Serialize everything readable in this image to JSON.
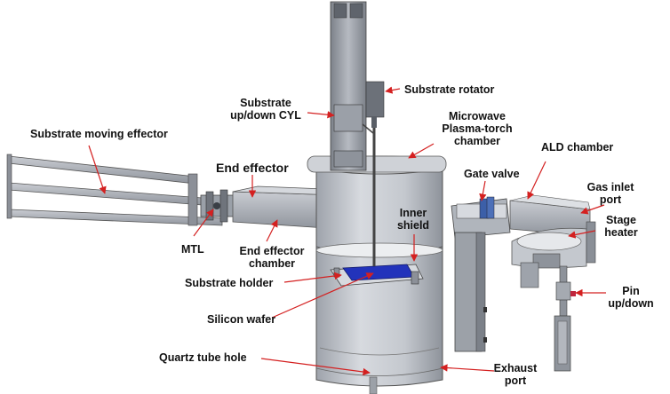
{
  "labels": {
    "substrate_rotator": "Substrate rotator",
    "substrate_updown_1": "Substrate",
    "substrate_updown_2": "up/down CYL",
    "microwave_1": "Microwave",
    "microwave_2": "Plasma-torch",
    "microwave_3": "chamber",
    "substrate_moving_effector": "Substrate moving effector",
    "ald_chamber": "ALD chamber",
    "end_effector": "End effector",
    "gate_valve": "Gate valve",
    "gas_inlet_1": "Gas inlet",
    "gas_inlet_2": "port",
    "inner_shield_1": "Inner",
    "inner_shield_2": "shield",
    "stage_heater_1": "Stage",
    "stage_heater_2": "heater",
    "mtl": "MTL",
    "ee_chamber_1": "End effector",
    "ee_chamber_2": "chamber",
    "substrate_holder": "Substrate holder",
    "pin_1": "Pin",
    "pin_2": "up/down",
    "silicon_wafer": "Silicon wafer",
    "quartz_tube_hole": "Quartz tube hole",
    "exhaust_1": "Exhaust",
    "exhaust_2": "port"
  },
  "colors": {
    "arrow": "#d42020",
    "metal": "#a8adb6",
    "wafer": "#2233bb"
  }
}
